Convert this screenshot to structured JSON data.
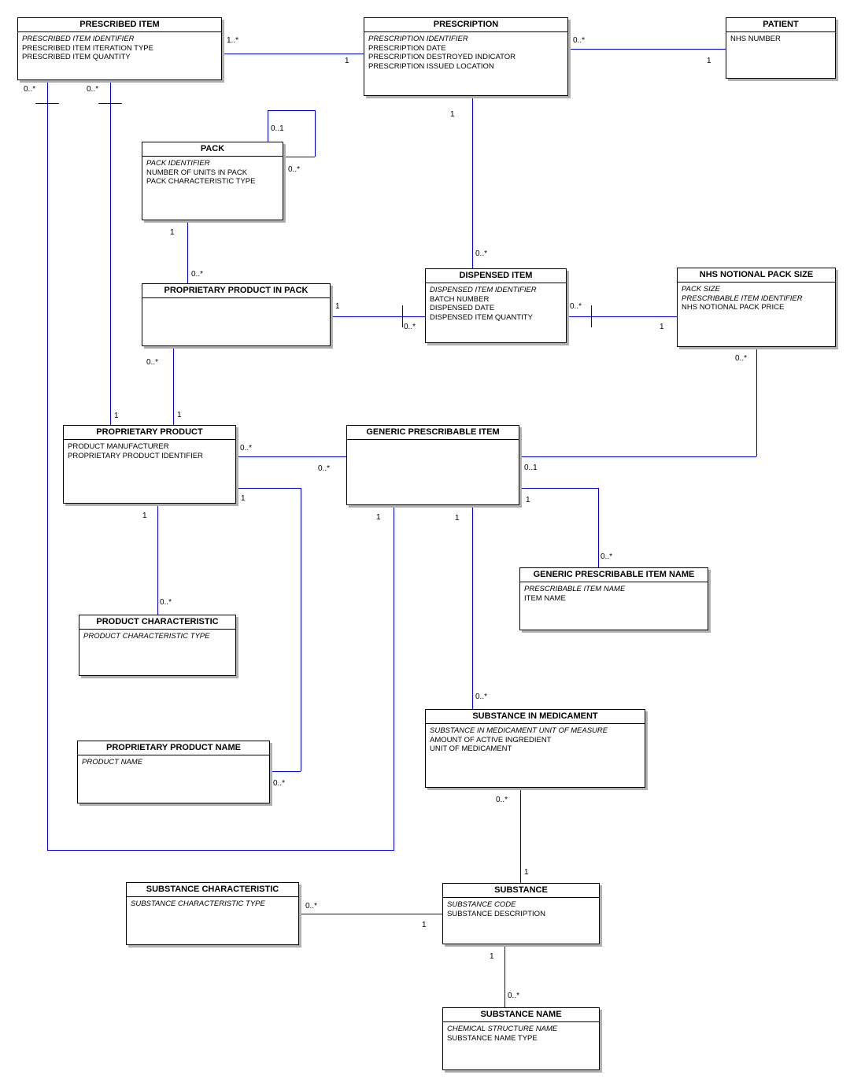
{
  "diagram": {
    "colors": {
      "line": "#0000dd",
      "border": "#000000",
      "shadow": "#b0b0b0",
      "background": "#ffffff"
    },
    "entities": [
      {
        "id": "prescribed-item",
        "title": "PRESCRIBED ITEM",
        "attributes": [
          {
            "text": "PRESCRIBED ITEM IDENTIFIER",
            "italic": true
          },
          {
            "text": "PRESCRIBED ITEM ITERATION TYPE",
            "italic": false
          },
          {
            "text": "PRESCRIBED ITEM QUANTITY",
            "italic": false
          }
        ]
      },
      {
        "id": "prescription",
        "title": "PRESCRIPTION",
        "attributes": [
          {
            "text": "PRESCRIPTION IDENTIFIER",
            "italic": true
          },
          {
            "text": "PRESCRIPTION DATE",
            "italic": false
          },
          {
            "text": "PRESCRIPTION DESTROYED INDICATOR",
            "italic": false
          },
          {
            "text": "PRESCRIPTION ISSUED LOCATION",
            "italic": false
          }
        ]
      },
      {
        "id": "patient",
        "title": "PATIENT",
        "attributes": [
          {
            "text": "NHS NUMBER",
            "italic": false
          }
        ]
      },
      {
        "id": "pack",
        "title": "PACK",
        "attributes": [
          {
            "text": "PACK IDENTIFIER",
            "italic": true
          },
          {
            "text": "NUMBER OF UNITS IN PACK",
            "italic": false
          },
          {
            "text": "PACK CHARACTERISTIC TYPE",
            "italic": false
          }
        ]
      },
      {
        "id": "proprietary-product-in-pack",
        "title": "PROPRIETARY PRODUCT IN PACK",
        "attributes": []
      },
      {
        "id": "dispensed-item",
        "title": "DISPENSED ITEM",
        "attributes": [
          {
            "text": "DISPENSED ITEM IDENTIFIER",
            "italic": true
          },
          {
            "text": "BATCH NUMBER",
            "italic": false
          },
          {
            "text": "DISPENSED DATE",
            "italic": false
          },
          {
            "text": "DISPENSED ITEM QUANTITY",
            "italic": false
          }
        ]
      },
      {
        "id": "nhs-notional-pack-size",
        "title": "NHS NOTIONAL PACK SIZE",
        "attributes": [
          {
            "text": "PACK SIZE",
            "italic": true
          },
          {
            "text": "PRESCRIBABLE ITEM IDENTIFIER",
            "italic": true
          },
          {
            "text": "NHS NOTIONAL PACK PRICE",
            "italic": false
          }
        ]
      },
      {
        "id": "proprietary-product",
        "title": "PROPRIETARY PRODUCT",
        "attributes": [
          {
            "text": "PRODUCT MANUFACTURER",
            "italic": false
          },
          {
            "text": "PROPRIETARY PRODUCT IDENTIFIER",
            "italic": false
          }
        ]
      },
      {
        "id": "generic-prescribable-item",
        "title": "GENERIC PRESCRIBABLE ITEM",
        "attributes": []
      },
      {
        "id": "generic-prescribable-item-name",
        "title": "GENERIC PRESCRIBABLE ITEM NAME",
        "attributes": [
          {
            "text": "PRESCRIBABLE ITEM NAME",
            "italic": true
          },
          {
            "text": "ITEM NAME",
            "italic": false
          }
        ]
      },
      {
        "id": "product-characteristic",
        "title": "PRODUCT CHARACTERISTIC",
        "attributes": [
          {
            "text": "PRODUCT CHARACTERISTIC TYPE",
            "italic": true
          }
        ]
      },
      {
        "id": "proprietary-product-name",
        "title": "PROPRIETARY PRODUCT NAME",
        "attributes": [
          {
            "text": "PRODUCT NAME",
            "italic": true
          }
        ]
      },
      {
        "id": "substance-in-medicament",
        "title": "SUBSTANCE IN MEDICAMENT",
        "attributes": [
          {
            "text": "SUBSTANCE IN MEDICAMENT UNIT OF MEASURE",
            "italic": true
          },
          {
            "text": "AMOUNT OF ACTIVE INGREDIENT",
            "italic": false
          },
          {
            "text": "UNIT OF MEDICAMENT",
            "italic": false
          }
        ]
      },
      {
        "id": "substance-characteristic",
        "title": "SUBSTANCE CHARACTERISTIC",
        "attributes": [
          {
            "text": "SUBSTANCE CHARACTERISTIC TYPE",
            "italic": true
          }
        ]
      },
      {
        "id": "substance",
        "title": "SUBSTANCE",
        "attributes": [
          {
            "text": "SUBSTANCE CODE",
            "italic": true
          },
          {
            "text": "SUBSTANCE DESCRIPTION",
            "italic": false
          }
        ]
      },
      {
        "id": "substance-name",
        "title": "SUBSTANCE NAME",
        "attributes": [
          {
            "text": "CHEMICAL STRUCTURE NAME",
            "italic": true
          },
          {
            "text": "SUBSTANCE NAME TYPE",
            "italic": false
          }
        ]
      }
    ],
    "labels": [
      {
        "id": "rx_pi_many",
        "text": "1..*"
      },
      {
        "id": "rx_pi_one",
        "text": "1"
      },
      {
        "id": "rx_pt_many",
        "text": "0..*"
      },
      {
        "id": "rx_pt_one",
        "text": "1"
      },
      {
        "id": "rx_di_one",
        "text": "1"
      },
      {
        "id": "rx_di_many",
        "text": "0..*"
      },
      {
        "id": "pi_gpi_many",
        "text": "0..*"
      },
      {
        "id": "pi_gpi_one",
        "text": "1"
      },
      {
        "id": "pi_pp_many",
        "text": "0..*"
      },
      {
        "id": "pi_pp_one",
        "text": "1"
      },
      {
        "id": "pack_self_01",
        "text": "0..1"
      },
      {
        "id": "pack_self_many",
        "text": "0..*"
      },
      {
        "id": "pack_ppip_one",
        "text": "1"
      },
      {
        "id": "pack_ppip_many",
        "text": "0..*"
      },
      {
        "id": "ppip_di_one",
        "text": "1"
      },
      {
        "id": "ppip_di_many",
        "text": "0..*"
      },
      {
        "id": "di_nhs_many",
        "text": "0..*"
      },
      {
        "id": "di_nhs_one",
        "text": "1"
      },
      {
        "id": "ppip_pp_many",
        "text": "0..*"
      },
      {
        "id": "ppip_pp_one",
        "text": "1"
      },
      {
        "id": "pp_gpi_many_a",
        "text": "0..*"
      },
      {
        "id": "pp_gpi_many_b",
        "text": "0..*"
      },
      {
        "id": "pp_ppn_one",
        "text": "1"
      },
      {
        "id": "pp_ppn_many",
        "text": "0..*"
      },
      {
        "id": "pp_pc_one",
        "text": "1"
      },
      {
        "id": "pp_pc_many",
        "text": "0..*"
      },
      {
        "id": "gpi_nhs_01",
        "text": "0..1"
      },
      {
        "id": "gpi_nhs_many",
        "text": "0..*"
      },
      {
        "id": "gpi_gpin_one",
        "text": "1"
      },
      {
        "id": "gpi_gpin_many",
        "text": "0..*"
      },
      {
        "id": "gpi_sim_one",
        "text": "1"
      },
      {
        "id": "gpi_sim_many",
        "text": "0..*"
      },
      {
        "id": "sim_sub_many",
        "text": "0..*"
      },
      {
        "id": "sim_sub_one",
        "text": "1"
      },
      {
        "id": "sc_sub_many",
        "text": "0..*"
      },
      {
        "id": "sc_sub_one",
        "text": "1"
      },
      {
        "id": "sub_sn_one",
        "text": "1"
      },
      {
        "id": "sub_sn_many",
        "text": "0..*"
      }
    ]
  }
}
